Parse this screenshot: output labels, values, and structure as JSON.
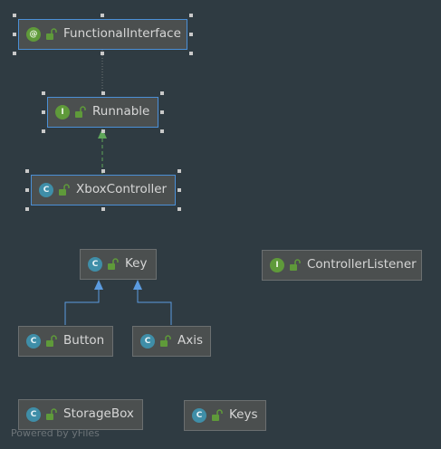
{
  "diagram": {
    "nodes": [
      {
        "id": "functional-interface",
        "label": "FunctionalInterface",
        "kind": "annotation",
        "badge": "@"
      },
      {
        "id": "runnable",
        "label": "Runnable",
        "kind": "interface",
        "badge": "I"
      },
      {
        "id": "xbox-controller",
        "label": "XboxController",
        "kind": "class",
        "badge": "C"
      },
      {
        "id": "key",
        "label": "Key",
        "kind": "class",
        "badge": "C"
      },
      {
        "id": "controller-listener",
        "label": "ControllerListener",
        "kind": "interface",
        "badge": "I"
      },
      {
        "id": "button",
        "label": "Button",
        "kind": "class",
        "badge": "C"
      },
      {
        "id": "axis",
        "label": "Axis",
        "kind": "class",
        "badge": "C"
      },
      {
        "id": "storage-box",
        "label": "StorageBox",
        "kind": "class",
        "badge": "C"
      },
      {
        "id": "keys",
        "label": "Keys",
        "kind": "class",
        "badge": "C"
      }
    ],
    "edges": [
      {
        "from": "functional-interface",
        "to": "runnable",
        "type": "annotation"
      },
      {
        "from": "xbox-controller",
        "to": "runnable",
        "type": "implements"
      },
      {
        "from": "button",
        "to": "key",
        "type": "extends"
      },
      {
        "from": "axis",
        "to": "key",
        "type": "extends"
      }
    ],
    "selected": [
      "functional-interface",
      "runnable",
      "xbox-controller"
    ]
  },
  "colors": {
    "background": "#2f3b42",
    "node_fill": "#4b4f4f",
    "selection_border": "#4b8fd6",
    "extends_arrow": "#5b9be0",
    "implements_arrow": "#5fa65a",
    "class_badge": "#3f8ea8",
    "interface_badge": "#5f9a3a"
  },
  "icons": {
    "class": "class-c-icon",
    "interface": "interface-i-icon",
    "annotation": "annotation-at-icon",
    "visibility": "unlocked-padlock-icon"
  },
  "footer": {
    "text": "Powered by yFiles"
  }
}
